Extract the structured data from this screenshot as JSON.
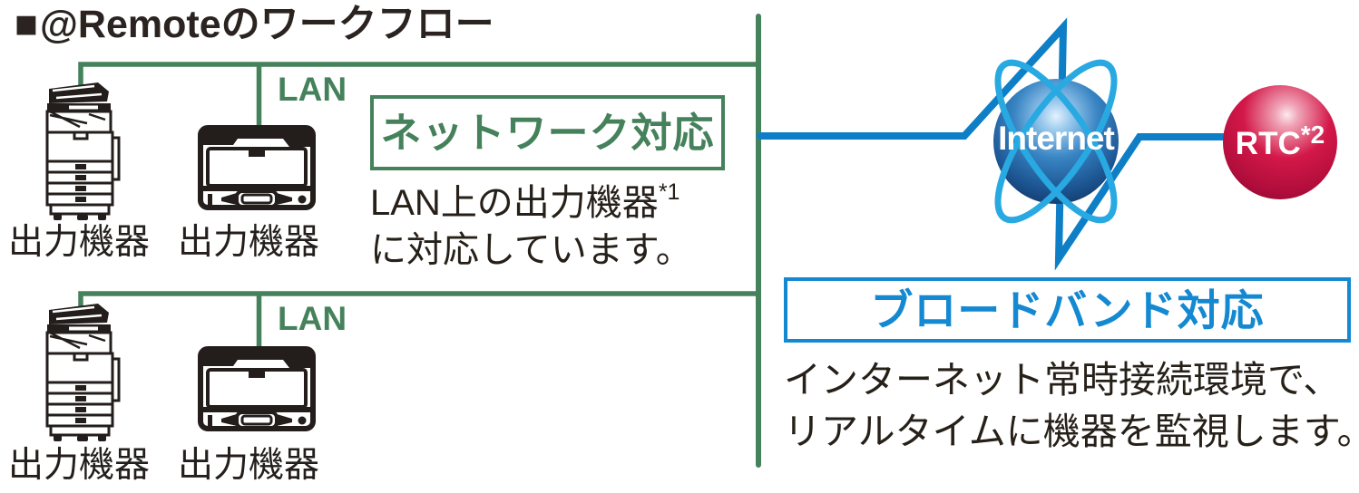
{
  "title": {
    "marker": "■",
    "text": "@Remoteのワークフロー"
  },
  "lan_groups": [
    {
      "lan_label": "LAN",
      "devices": [
        {
          "type": "copier",
          "label": "出力機器"
        },
        {
          "type": "printer",
          "label": "出力機器"
        }
      ]
    },
    {
      "lan_label": "LAN",
      "devices": [
        {
          "type": "copier",
          "label": "出力機器"
        },
        {
          "type": "printer",
          "label": "出力機器"
        }
      ]
    }
  ],
  "network_section": {
    "heading": "ネットワーク対応",
    "body_line1": "LAN上の出力機器",
    "body_line1_sup": "*1",
    "body_line2": "に対応しています。"
  },
  "broadband_section": {
    "heading": "ブロードバンド対応",
    "body_line1": "インターネット常時接続環境で、",
    "body_line2": "リアルタイムに機器を監視します。"
  },
  "internet_node": {
    "label": "Internet"
  },
  "rtc_node": {
    "label": "RTC",
    "sup": "*2"
  },
  "colors": {
    "green": "#45815B",
    "blue_box": "#1489D2",
    "blue_line": "#0E7FC6",
    "orbit_blue": "#29A9E1",
    "text_dark": "#262019",
    "title_dark": "#2A2320",
    "device_ink": "#231D1B",
    "globe_dark": "#122E56",
    "rtc_red": "#D31848"
  }
}
